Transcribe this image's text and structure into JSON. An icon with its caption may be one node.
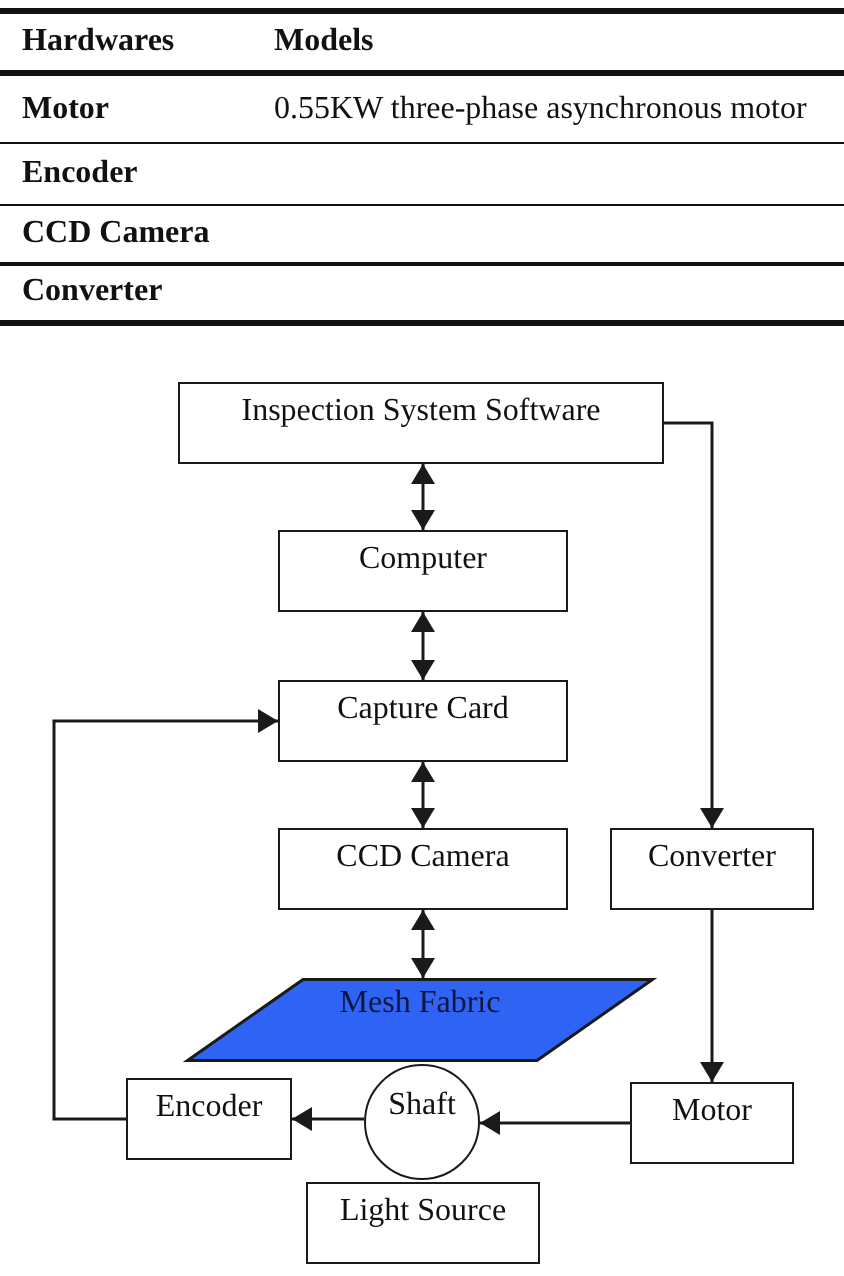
{
  "diagram": {
    "nodes": [
      {
        "text": [
          "Inspection System Software"
        ]
      },
      {
        "text": [
          "Computer"
        ]
      },
      {
        "text": [
          "Capture Card"
        ]
      },
      {
        "text": [
          "CCD Camera"
        ]
      },
      {
        "text": [
          "Converter"
        ]
      },
      {
        "text": [
          "Mesh Fabric"
        ]
      },
      {
        "text": [
          "Encoder"
        ]
      },
      {
        "text": [
          "Shaft"
        ]
      },
      {
        "text": [
          "Motor"
        ]
      },
      {
        "text": [
          "Light Source"
        ]
      }
    ],
    "edges": [
      {
        "from": 0,
        "to": 1,
        "arrow": "both"
      },
      {
        "from": 1,
        "to": 2,
        "arrow": "both"
      },
      {
        "from": 2,
        "to": 3,
        "arrow": "both"
      },
      {
        "from": 3,
        "to": 5,
        "arrow": "both"
      },
      {
        "from": 0,
        "to": 4,
        "arrow": "to"
      },
      {
        "from": 4,
        "to": 8,
        "arrow": "to"
      },
      {
        "from": 8,
        "to": 7,
        "arrow": "to"
      },
      {
        "from": 7,
        "to": 6,
        "arrow": "to"
      },
      {
        "from": 6,
        "to": 2,
        "arrow": "to"
      }
    ],
    "labels": [
      "Hardwares",
      "Models",
      "Motor",
      "0.55KW three-phase asynchronous motor",
      "Encoder",
      "CCD Camera",
      "Converter"
    ]
  }
}
